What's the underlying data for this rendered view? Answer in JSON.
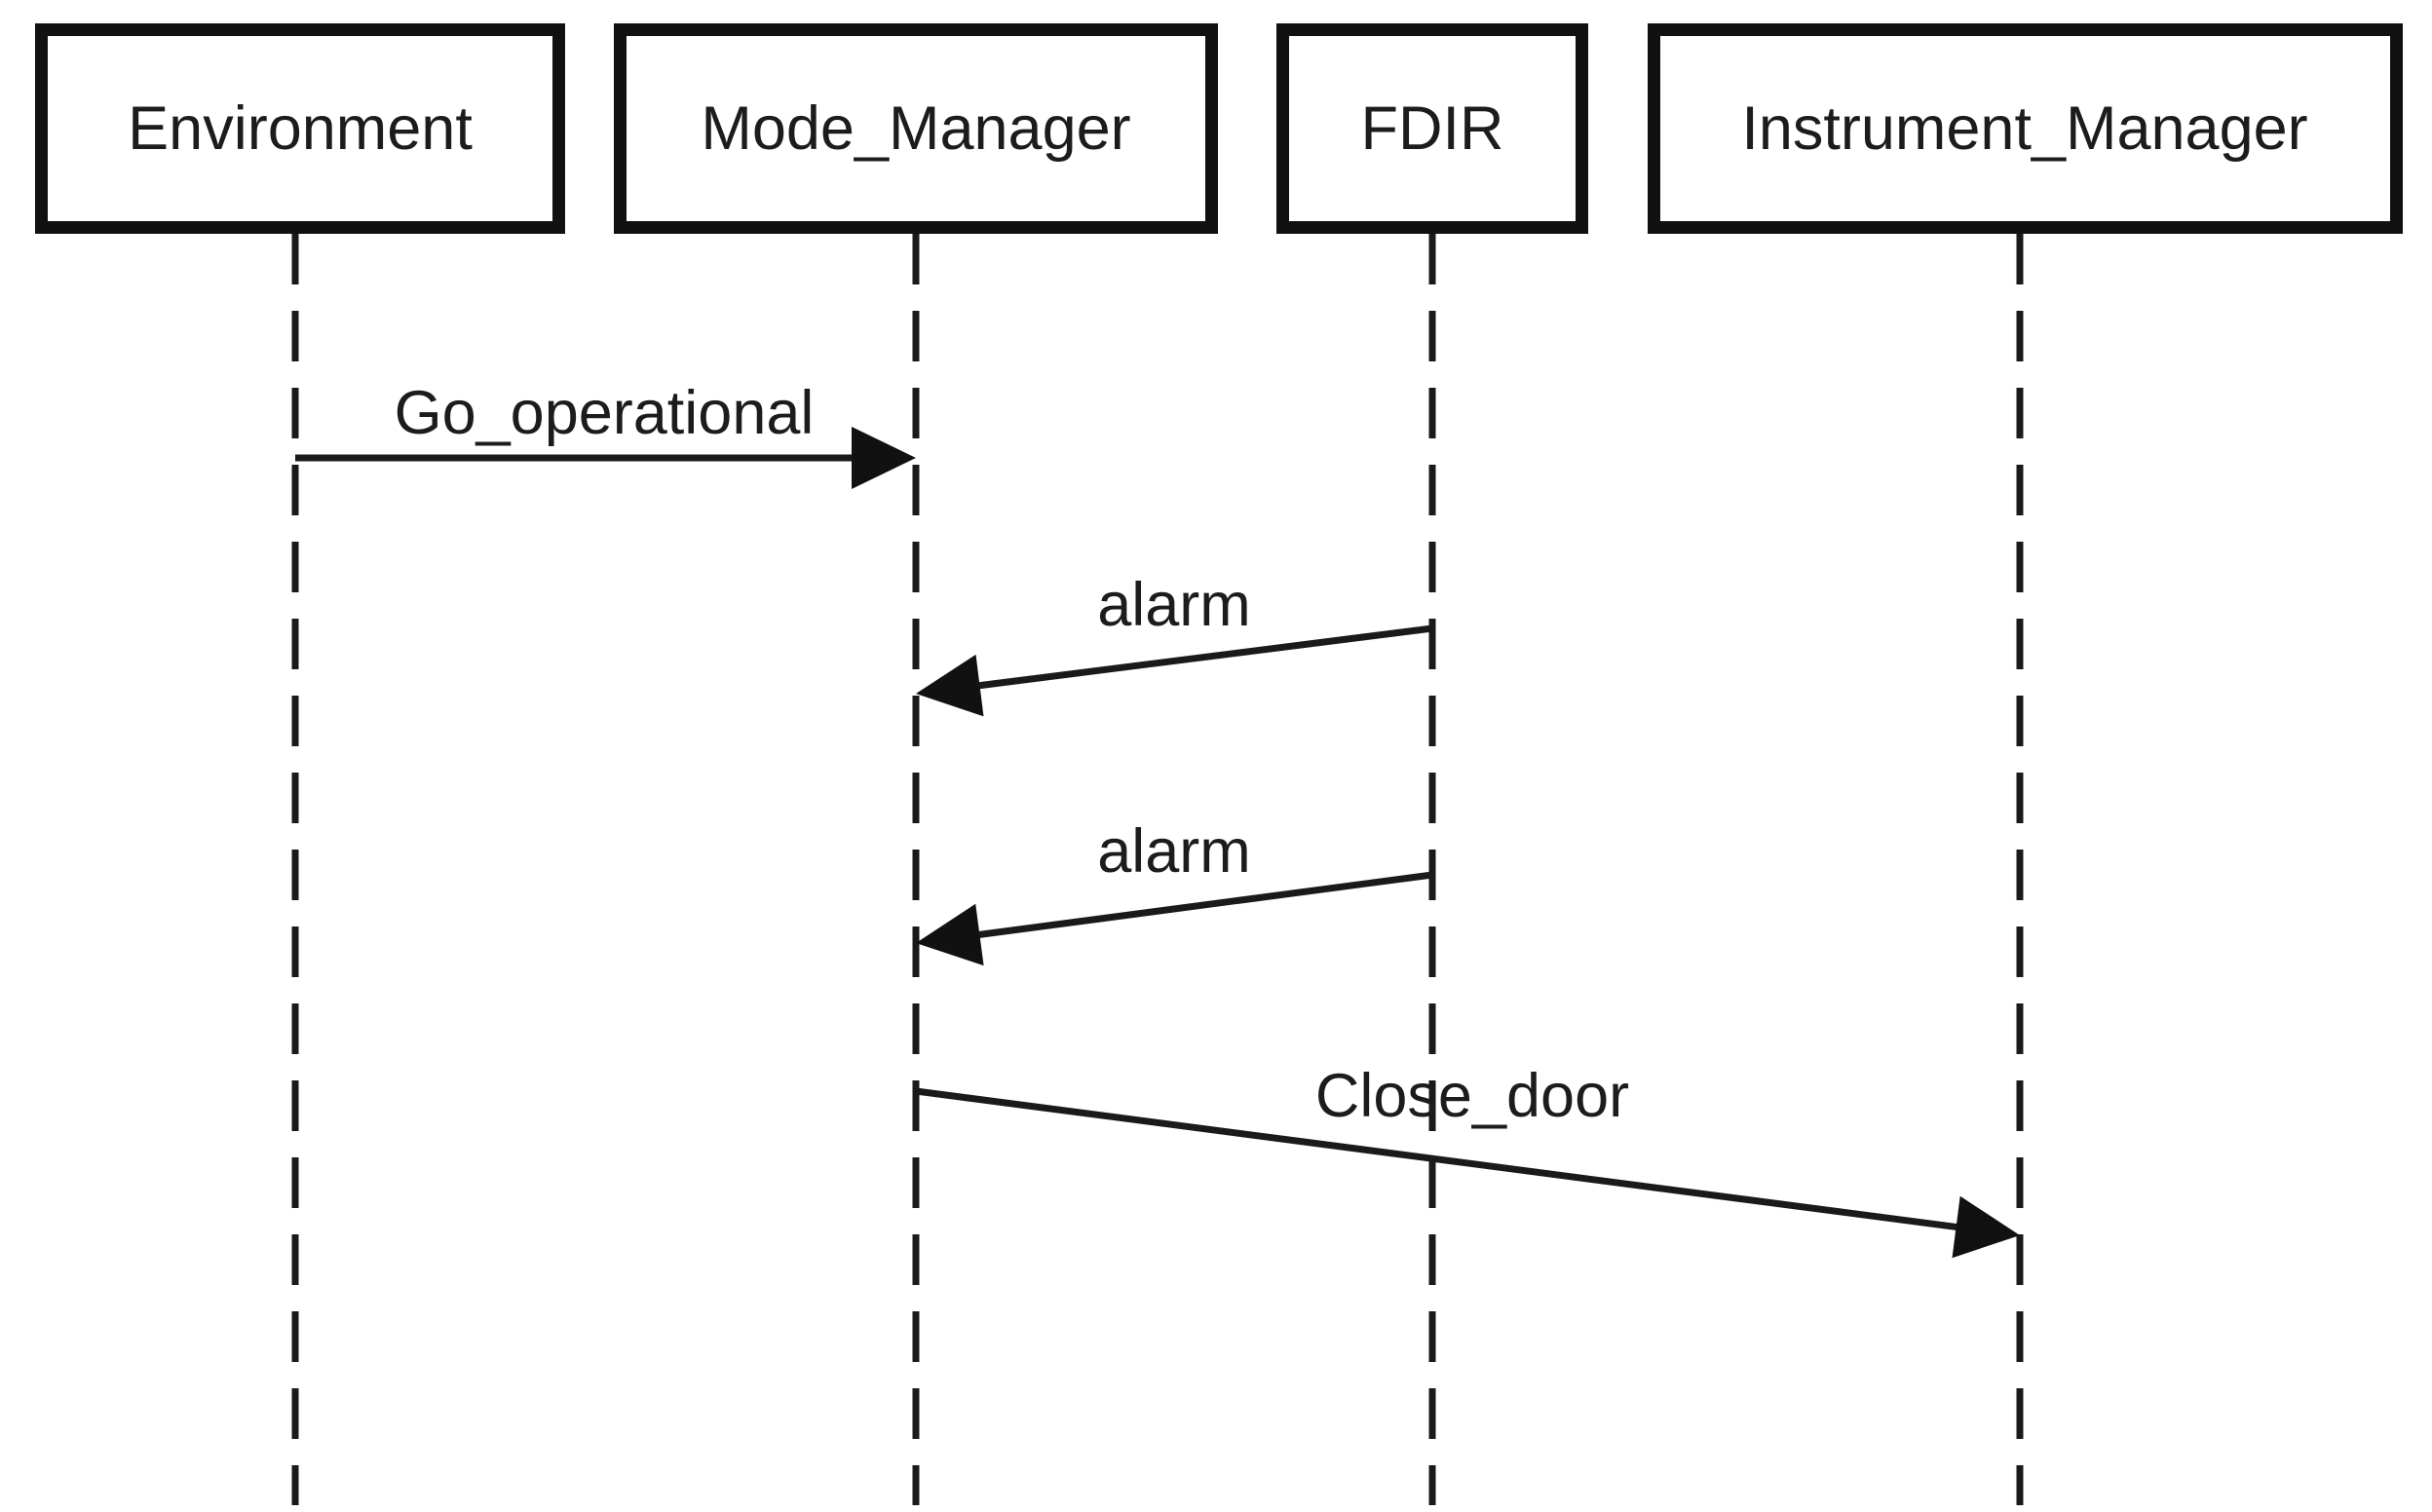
{
  "diagram": {
    "type": "uml-sequence-diagram",
    "background_color": "#ffffff",
    "stroke_color": "#1a1a1a",
    "text_color": "#1c1c1c",
    "actors": [
      {
        "name": "Environment"
      },
      {
        "name": "Mode_Manager"
      },
      {
        "name": "FDIR"
      },
      {
        "name": "Instrument_Manager"
      }
    ],
    "messages": [
      {
        "label": "Go_operational",
        "from": "Environment",
        "to": "Mode_Manager",
        "order": 1
      },
      {
        "label": "alarm",
        "from": "FDIR",
        "to": "Mode_Manager",
        "order": 2
      },
      {
        "label": "alarm",
        "from": "FDIR",
        "to": "Mode_Manager",
        "order": 3
      },
      {
        "label": "Close_door",
        "from": "Mode_Manager",
        "to": "Instrument_Manager",
        "order": 4
      }
    ]
  }
}
